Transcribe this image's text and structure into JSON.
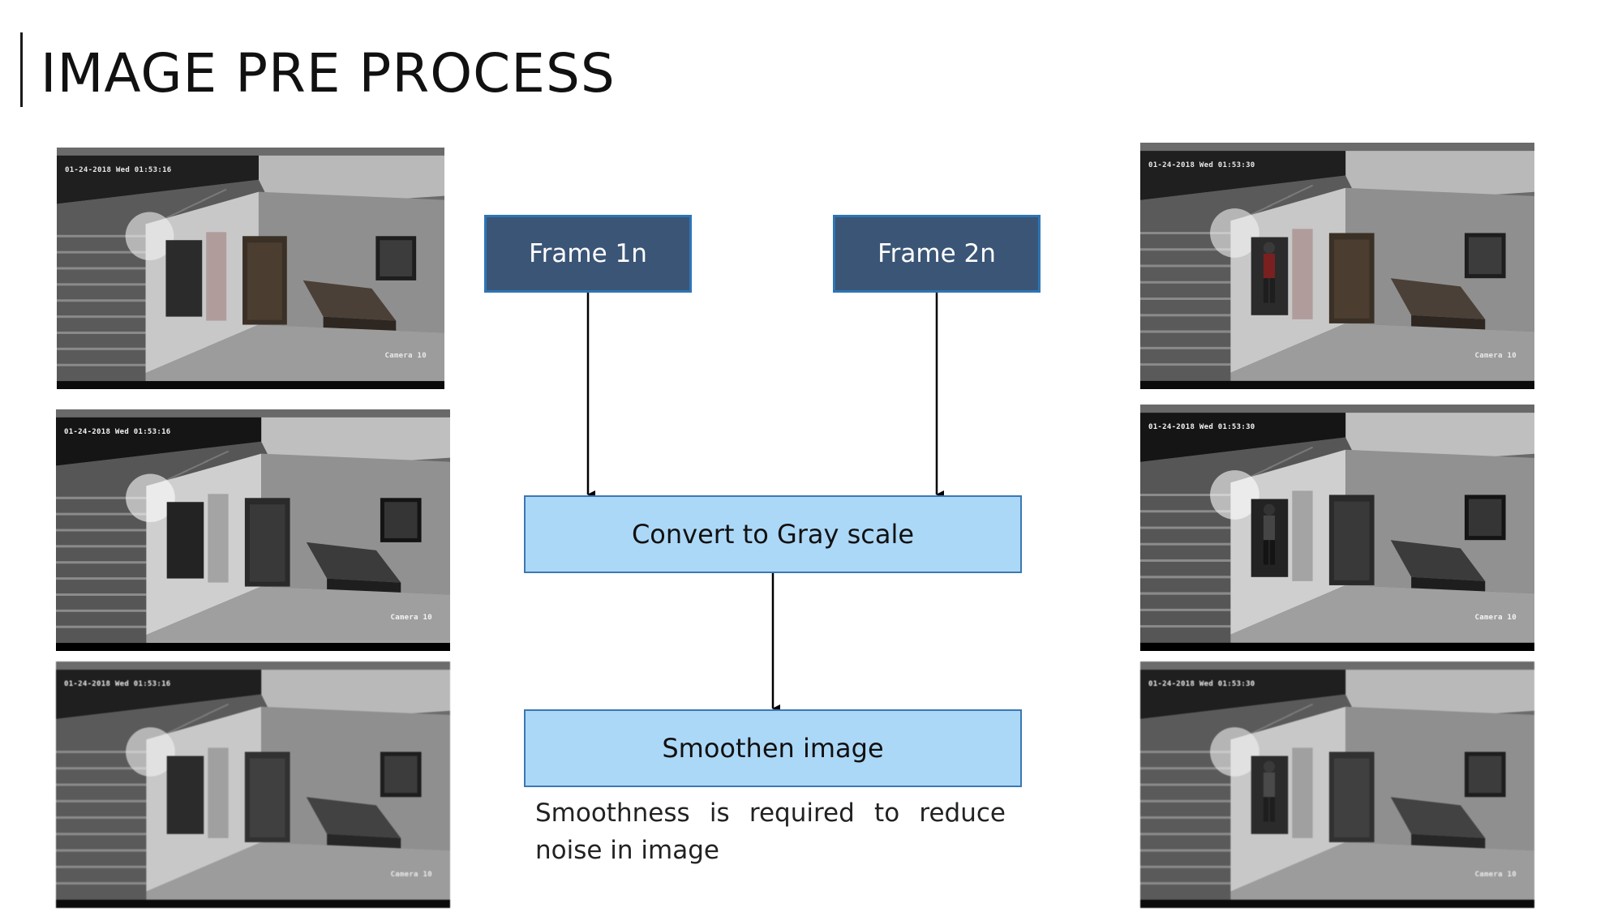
{
  "slide": {
    "title": "IMAGE PRE PROCESS"
  },
  "diagram": {
    "frame1_label": "Frame 1n",
    "frame2_label": "Frame 2n",
    "gray_label": "Convert to Gray scale",
    "smooth_label": "Smoothen image",
    "note": "Smoothness is required to reduce noise in image"
  },
  "thumbnails": {
    "left_timestamp": "01-24-2018 Wed 01:53:16",
    "right_timestamp": "01-24-2018 Wed 01:53:30",
    "camera_label": "Camera 10"
  },
  "colors": {
    "frame_box_fill": "#3b5576",
    "frame_box_border": "#2d75b6",
    "process_box_fill": "#acd8f7",
    "process_box_border": "#3b78b3"
  }
}
